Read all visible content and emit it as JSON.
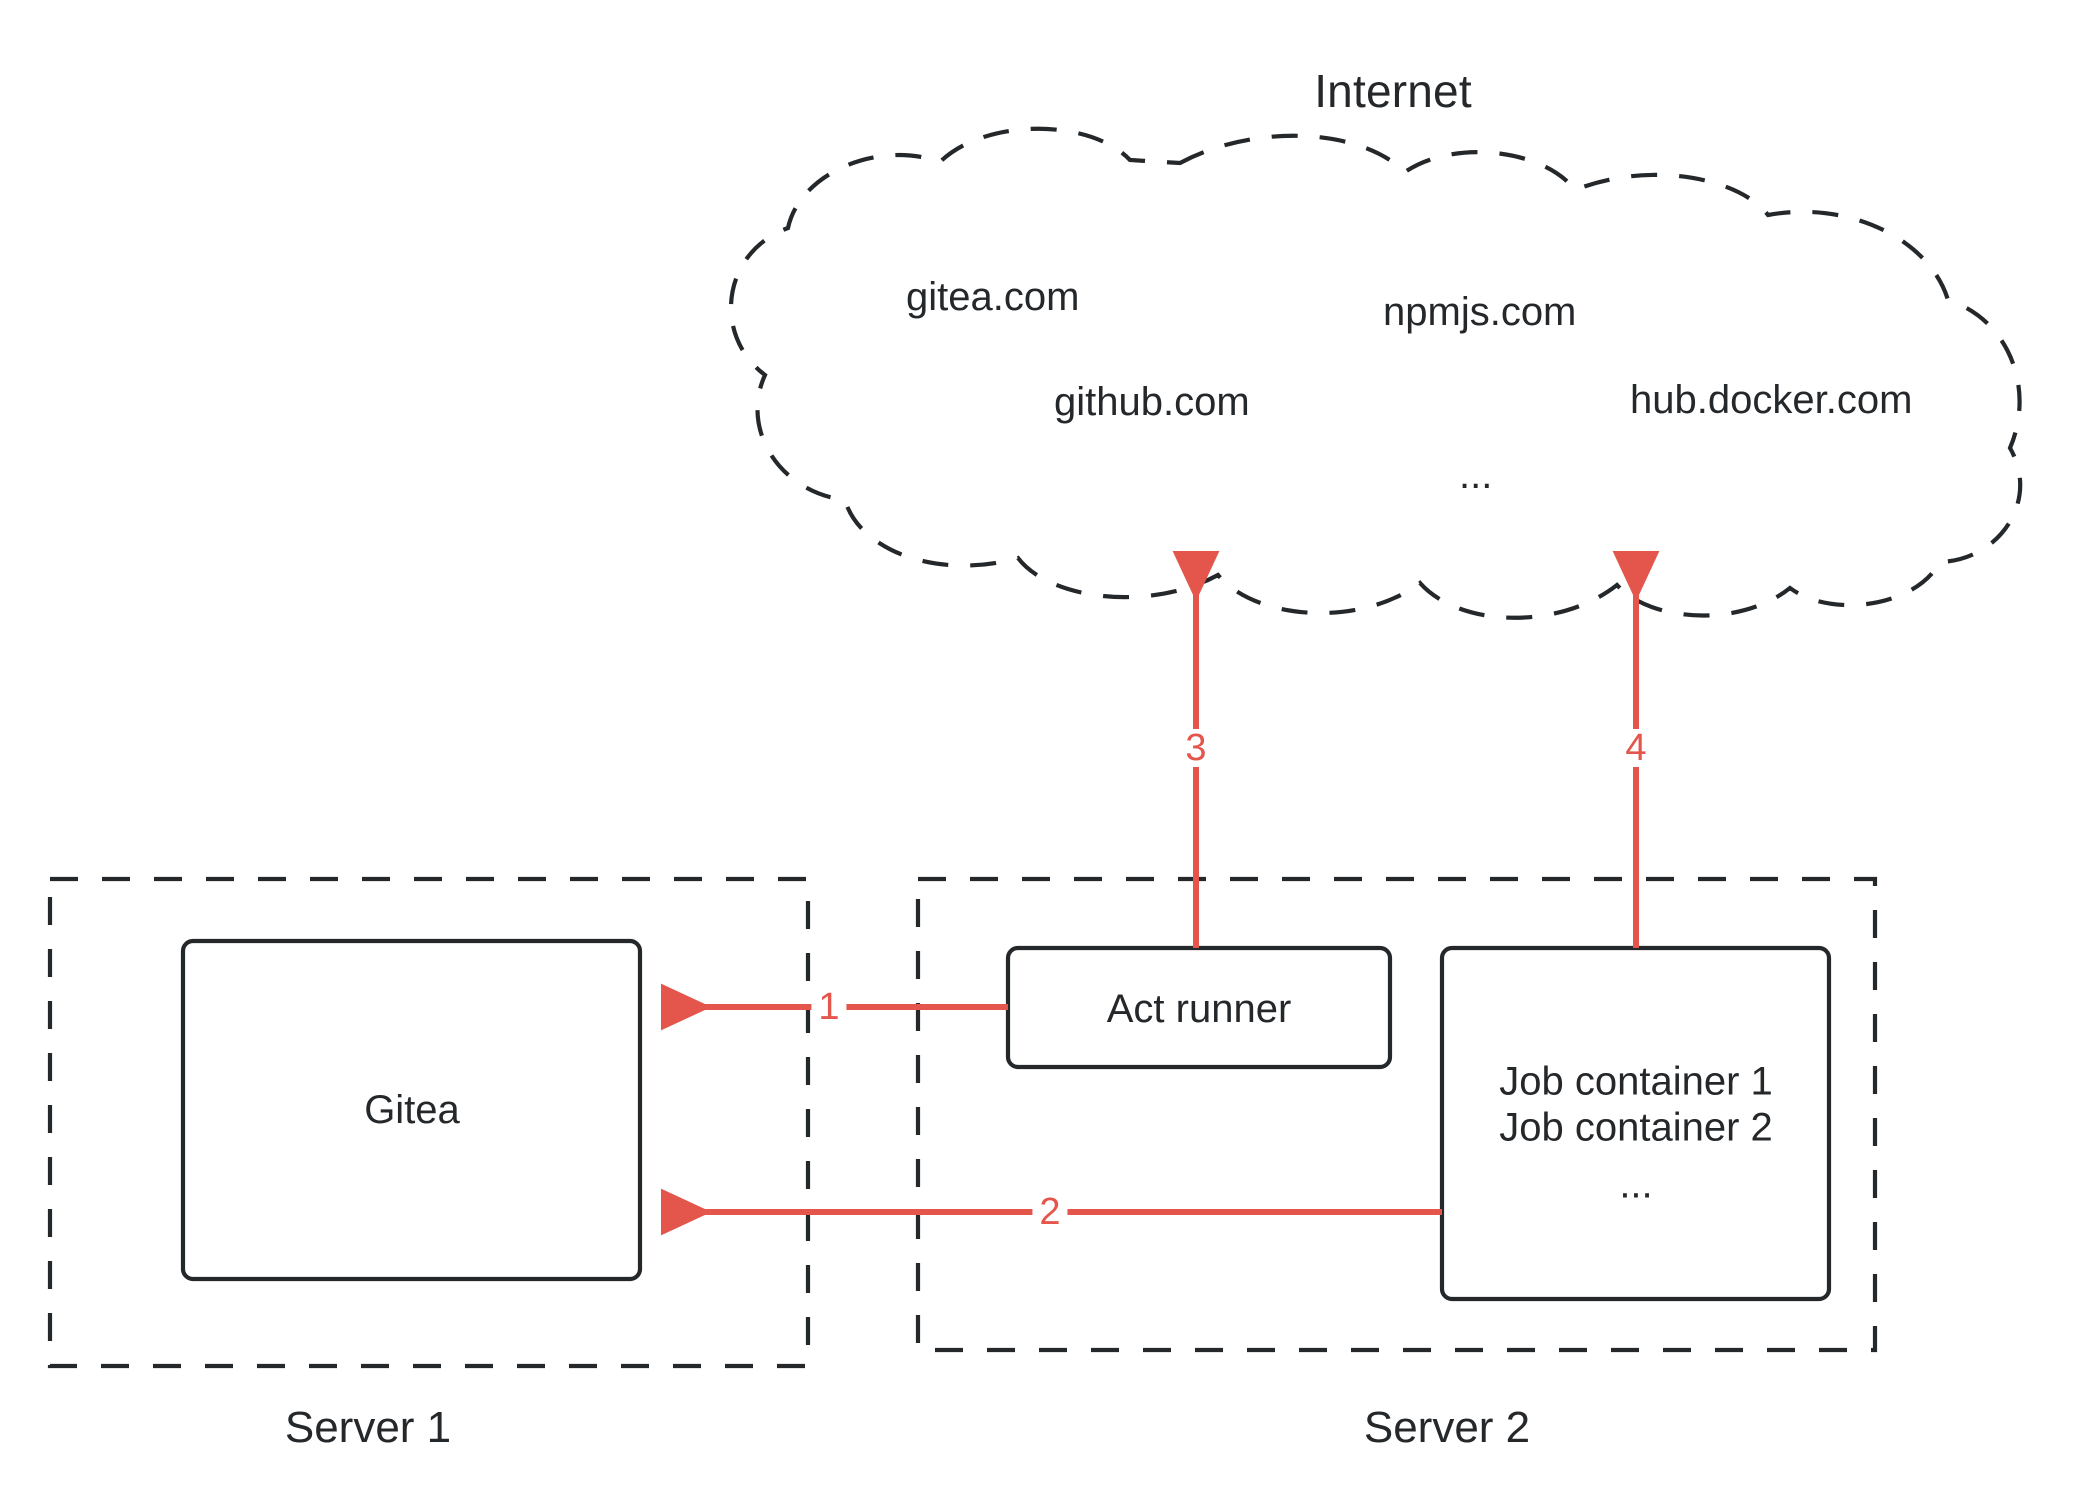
{
  "diagram": {
    "title": "Internet",
    "cloud": {
      "name": "internet-cloud",
      "items": [
        {
          "label": "gitea.com"
        },
        {
          "label": "npmjs.com"
        },
        {
          "label": "github.com"
        },
        {
          "label": "hub.docker.com"
        },
        {
          "label": "..."
        }
      ]
    },
    "groups": [
      {
        "id": "server1",
        "label": "Server 1"
      },
      {
        "id": "server2",
        "label": "Server 2"
      }
    ],
    "nodes": [
      {
        "id": "gitea",
        "label": "Gitea"
      },
      {
        "id": "act-runner",
        "label": "Act runner"
      },
      {
        "id": "job-containers",
        "lines": [
          "Job container 1",
          "Job container 2",
          "..."
        ]
      }
    ],
    "connections": [
      {
        "id": "conn-1",
        "label": "1",
        "from": "act-runner",
        "to": "gitea"
      },
      {
        "id": "conn-2",
        "label": "2",
        "from": "job-containers",
        "to": "gitea"
      },
      {
        "id": "conn-3",
        "label": "3",
        "from": "act-runner",
        "to": "internet-cloud"
      },
      {
        "id": "conn-4",
        "label": "4",
        "from": "job-containers",
        "to": "internet-cloud"
      }
    ],
    "colors": {
      "stroke": "#25282b",
      "arrow": "#e4564c",
      "background": "#ffffff"
    }
  }
}
